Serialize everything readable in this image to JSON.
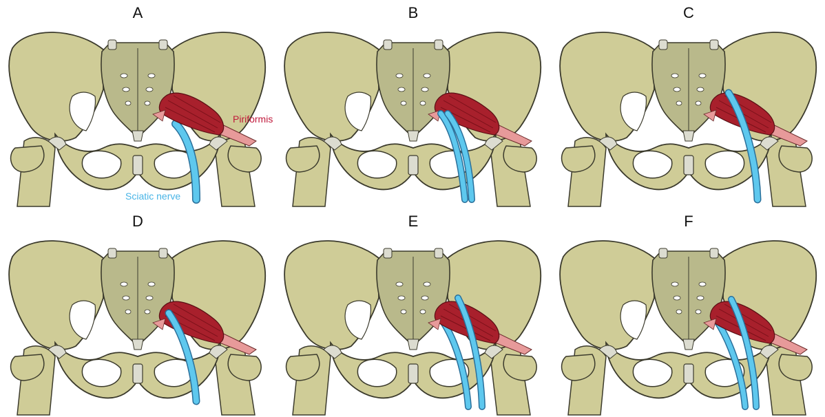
{
  "figure": {
    "panels": [
      {
        "label": "A",
        "variant": "A"
      },
      {
        "label": "B",
        "variant": "B"
      },
      {
        "label": "C",
        "variant": "C"
      },
      {
        "label": "D",
        "variant": "D"
      },
      {
        "label": "E",
        "variant": "E"
      },
      {
        "label": "F",
        "variant": "F"
      }
    ],
    "labels": {
      "piriformis": "Piriformis",
      "sciatic_nerve": "Sciatic nerve"
    },
    "colors": {
      "bone": "#cfcc97",
      "bone_outline": "#3b3a2c",
      "sacrum": "#b9b98b",
      "cartilage": "#dcdcd0",
      "muscle": "#a8202c",
      "muscle_stripe": "#7a1019",
      "tendon": "#e79a9a",
      "nerve": "#5ec8ee",
      "nerve_outline": "#2a6f9a",
      "piriformis_text": "#c0183a",
      "sciatic_text": "#48b4e6"
    }
  }
}
